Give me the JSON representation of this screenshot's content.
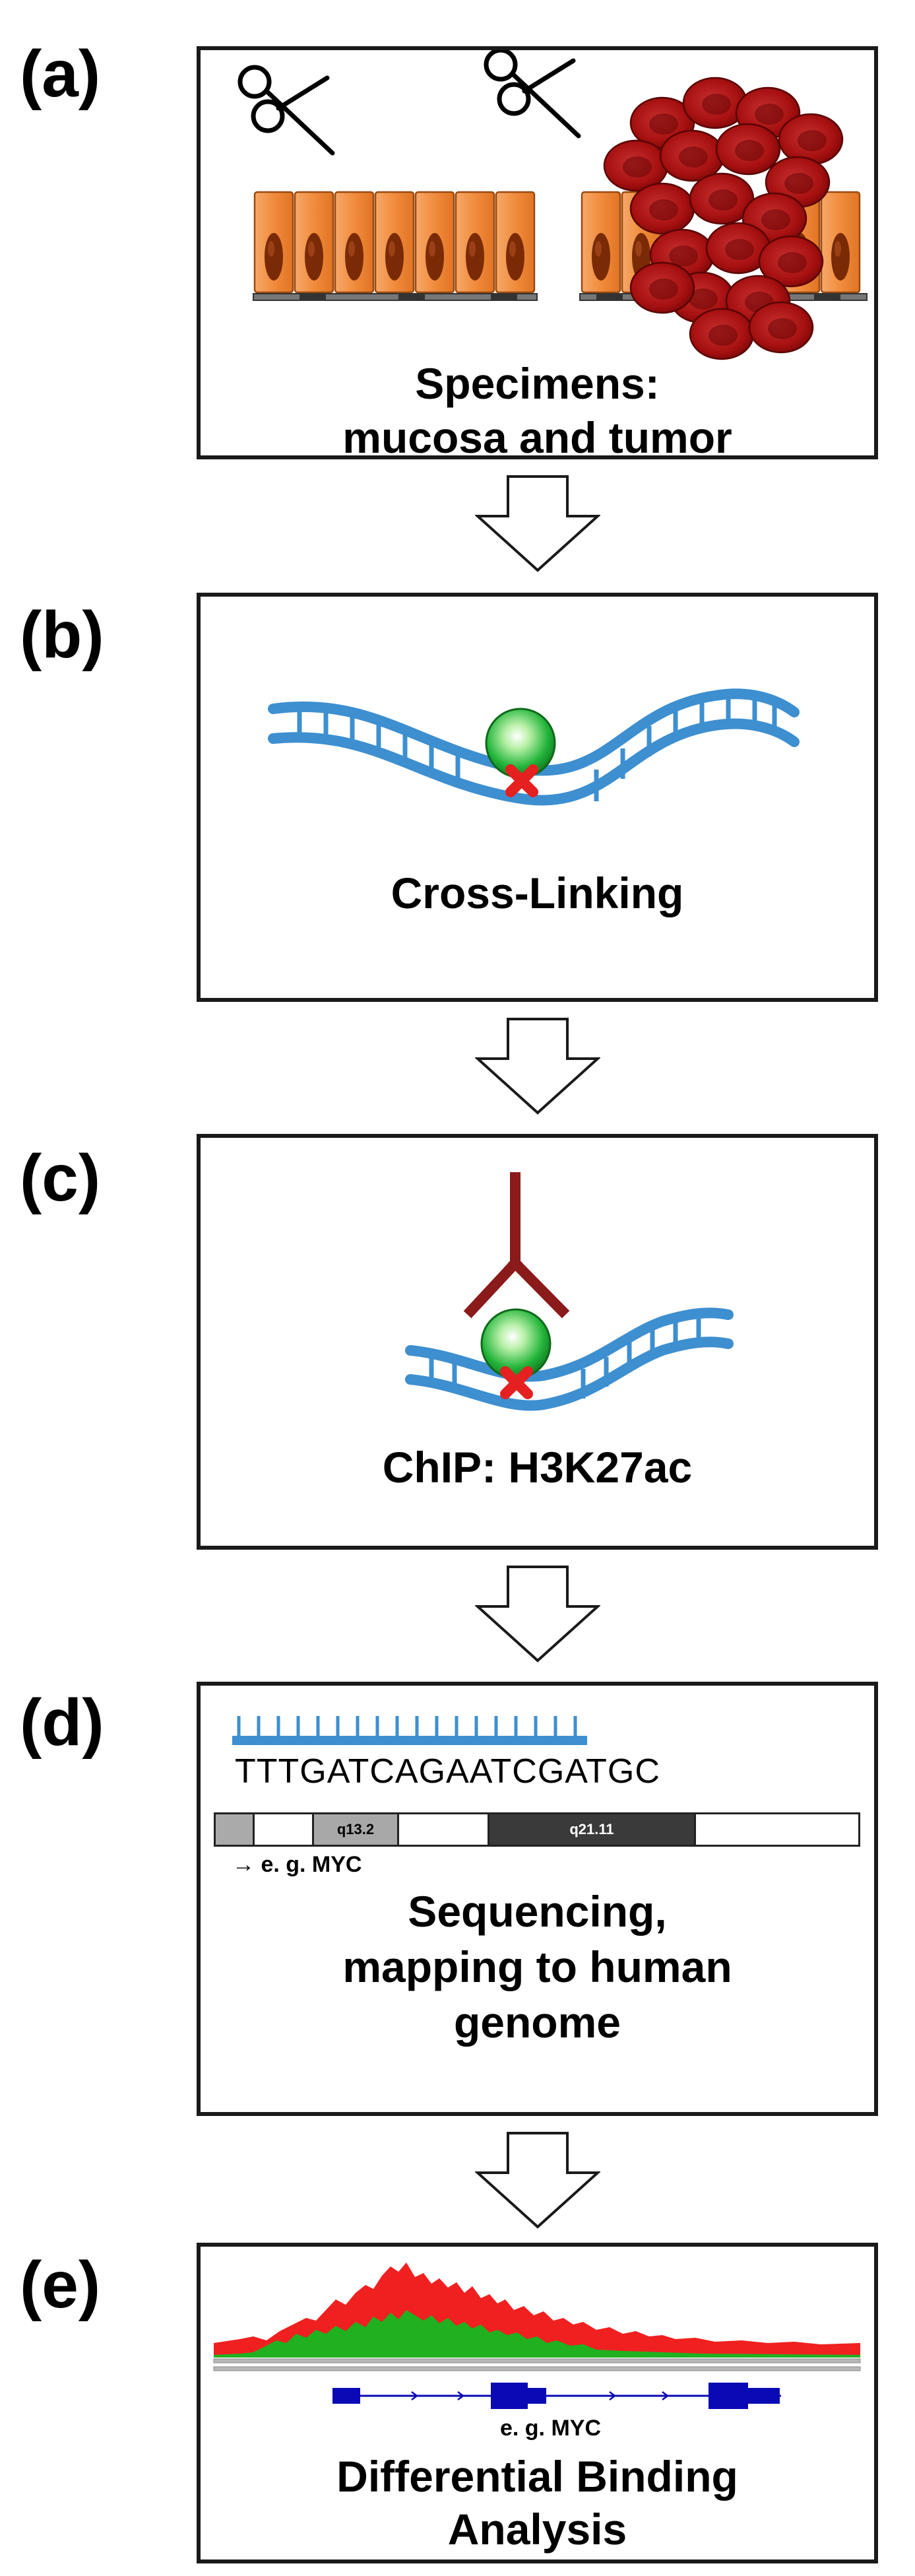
{
  "panels": [
    {
      "label": "(a)",
      "caption": "Specimens:\nmucosa and tumor"
    },
    {
      "label": "(b)",
      "caption": "Cross-Linking"
    },
    {
      "label": "(c)",
      "caption": "ChIP: H3K27ac"
    },
    {
      "label": "(d)",
      "caption": "Sequencing,\nmapping to human\ngenome"
    },
    {
      "label": "(e)",
      "caption": "Differential Binding\nAnalysis"
    }
  ],
  "sequence": {
    "bases": "TTTGATCAGAATCGATGC",
    "band_left": "q13.2",
    "band_right": "q21.11",
    "gene_note": "→ e. g. MYC"
  },
  "track": {
    "gene_note": "e. g. MYC"
  },
  "colors": {
    "dna": "#3d8fd0",
    "nucleosome": "#22b43a",
    "crosslink": "#e52020",
    "antibody": "#8b1a1a",
    "cell": "#f08c3c",
    "blood": "#b01010",
    "tumor_signal": "#f02020",
    "mucosa_signal": "#20b020",
    "gene": "#0a0ab4"
  }
}
